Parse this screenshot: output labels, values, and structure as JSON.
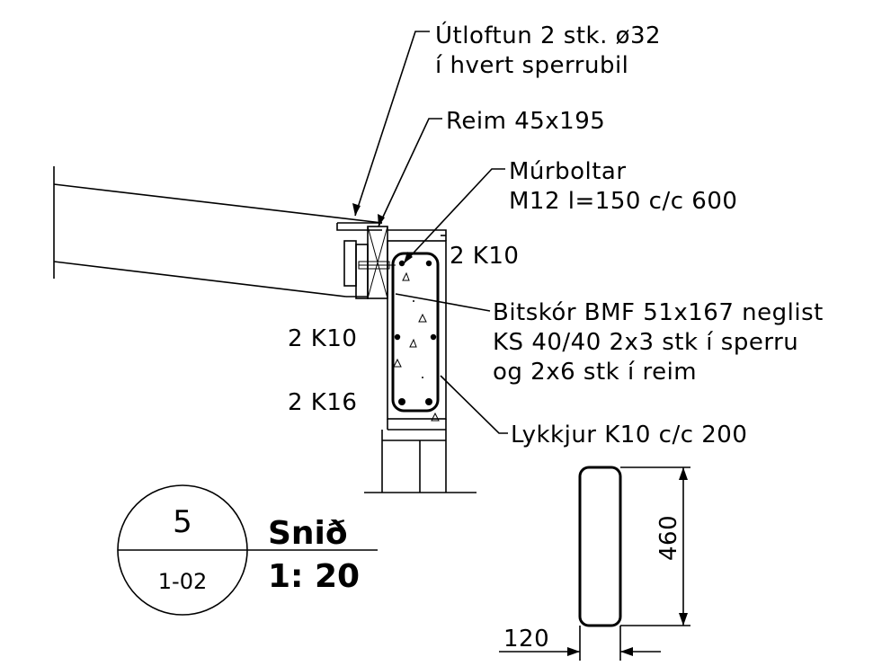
{
  "labels": {
    "utloftun_line1": "Útloftun 2 stk. ø32",
    "utloftun_line2": "í hvert sperrubil",
    "reim": "Reim 45x195",
    "murboltar_line1": "Múrboltar",
    "murboltar_line2": "M12 l=150 c/c 600",
    "top_rebar": "2 K10",
    "bitskor_line1": "Bitskór BMF 51x167 neglist",
    "bitskor_line2": "KS 40/40 2x3 stk í sperru",
    "bitskor_line3": "og 2x6 stk í reim",
    "mid_rebar": "2 K10",
    "bottom_rebar": "2 K16",
    "lykkjur": "Lykkjur K10 c/c 200"
  },
  "section_marker": {
    "number": "5",
    "sheet": "1-02",
    "title": "Snið",
    "scale": "1: 20"
  },
  "dimensions": {
    "height": "460",
    "width": "120"
  }
}
